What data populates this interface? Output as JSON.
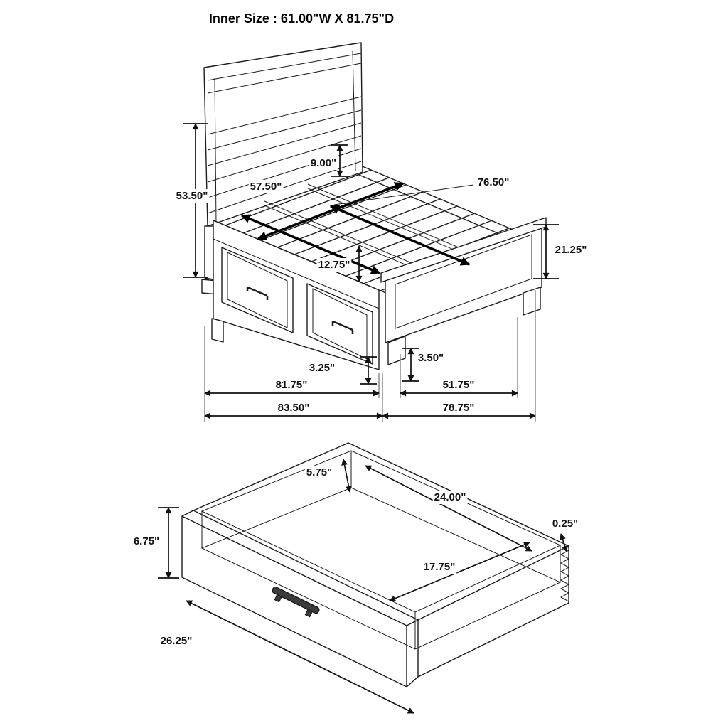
{
  "title": "Inner Size : 61.00\"W X 81.75\"D",
  "bed": {
    "headboard_height": "53.50\"",
    "headboard_to_slat": "9.00\"",
    "inner_width": "57.50\"",
    "inner_depth": "76.50\"",
    "footboard_height": "21.25\"",
    "platform_height": "12.75\"",
    "drawer_clearance": "3.25\"",
    "foot_clearance": "3.50\"",
    "storage_side_length": "81.75\"",
    "footboard_section": "51.75\"",
    "overall_length": "83.50\"",
    "overall_width": "78.75\""
  },
  "drawer": {
    "inner_height": "5.75\"",
    "inner_depth": "24.00\"",
    "edge_thickness": "0.25\"",
    "front_height": "6.75\"",
    "inner_width": "17.75\"",
    "front_width": "26.25\""
  }
}
